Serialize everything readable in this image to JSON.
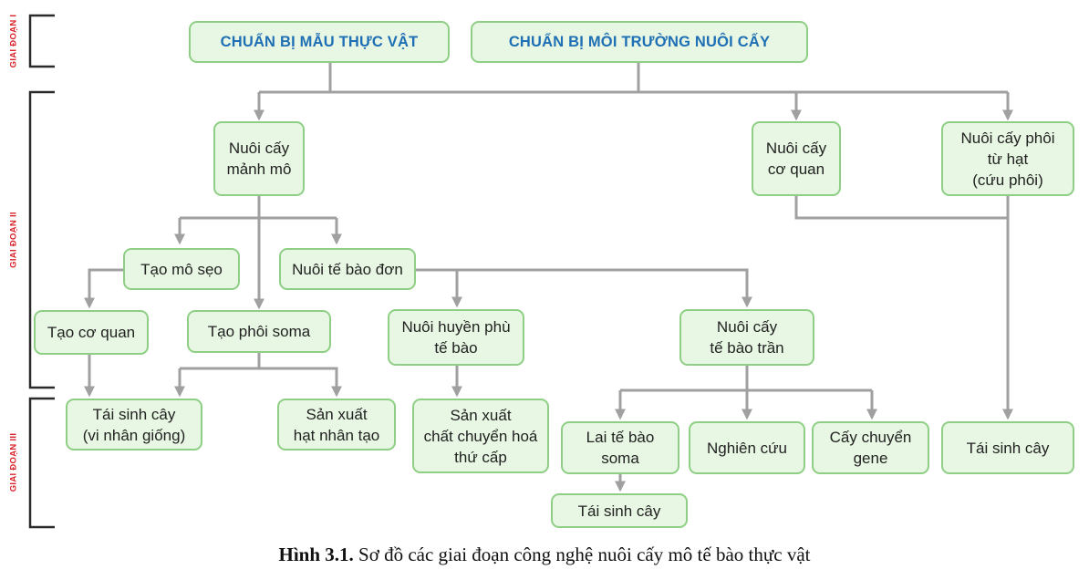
{
  "stages": [
    "GIAI ĐOẠN I",
    "GIAI ĐOẠN II",
    "GIAI ĐOẠN III"
  ],
  "nodes": {
    "mau": "CHUẨN BỊ MẪU THỰC VẬT",
    "moi_truong": "CHUẨN BỊ MÔI TRƯỜNG NUÔI CẤY",
    "manh_mo": "Nuôi cấy\nmảnh mô",
    "co_quan": "Nuôi cấy\ncơ quan",
    "phoi": "Nuôi cấy phôi\ntừ hạt\n(cứu phôi)",
    "mo_seo": "Tạo mô sẹo",
    "te_bao_don": "Nuôi tế bào đơn",
    "tao_co_quan": "Tạo cơ quan",
    "phoi_soma": "Tạo phôi soma",
    "huyen_phu": "Nuôi huyền phù\ntế bào",
    "te_bao_tran": "Nuôi cấy\ntế bào trần",
    "tai_sinh_1": "Tái sinh cây\n(vi nhân giống)",
    "hat_nhan_tao": "Sản xuất\nhạt nhân tạo",
    "chuyen_hoa": "Sản xuất\nchất chuyển hoá\nthứ cấp",
    "lai_soma": "Lai tế bào\nsoma",
    "nghien_cuu": "Nghiên cứu",
    "chuyen_gene": "Cấy chuyển\ngene",
    "tai_sinh_2": "Tái sinh cây",
    "tai_sinh_3": "Tái sinh cây"
  },
  "caption": {
    "label": "Hình 3.1.",
    "text": "Sơ đồ các giai đoạn công nghệ nuôi cấy mô tế bào thực vật"
  }
}
